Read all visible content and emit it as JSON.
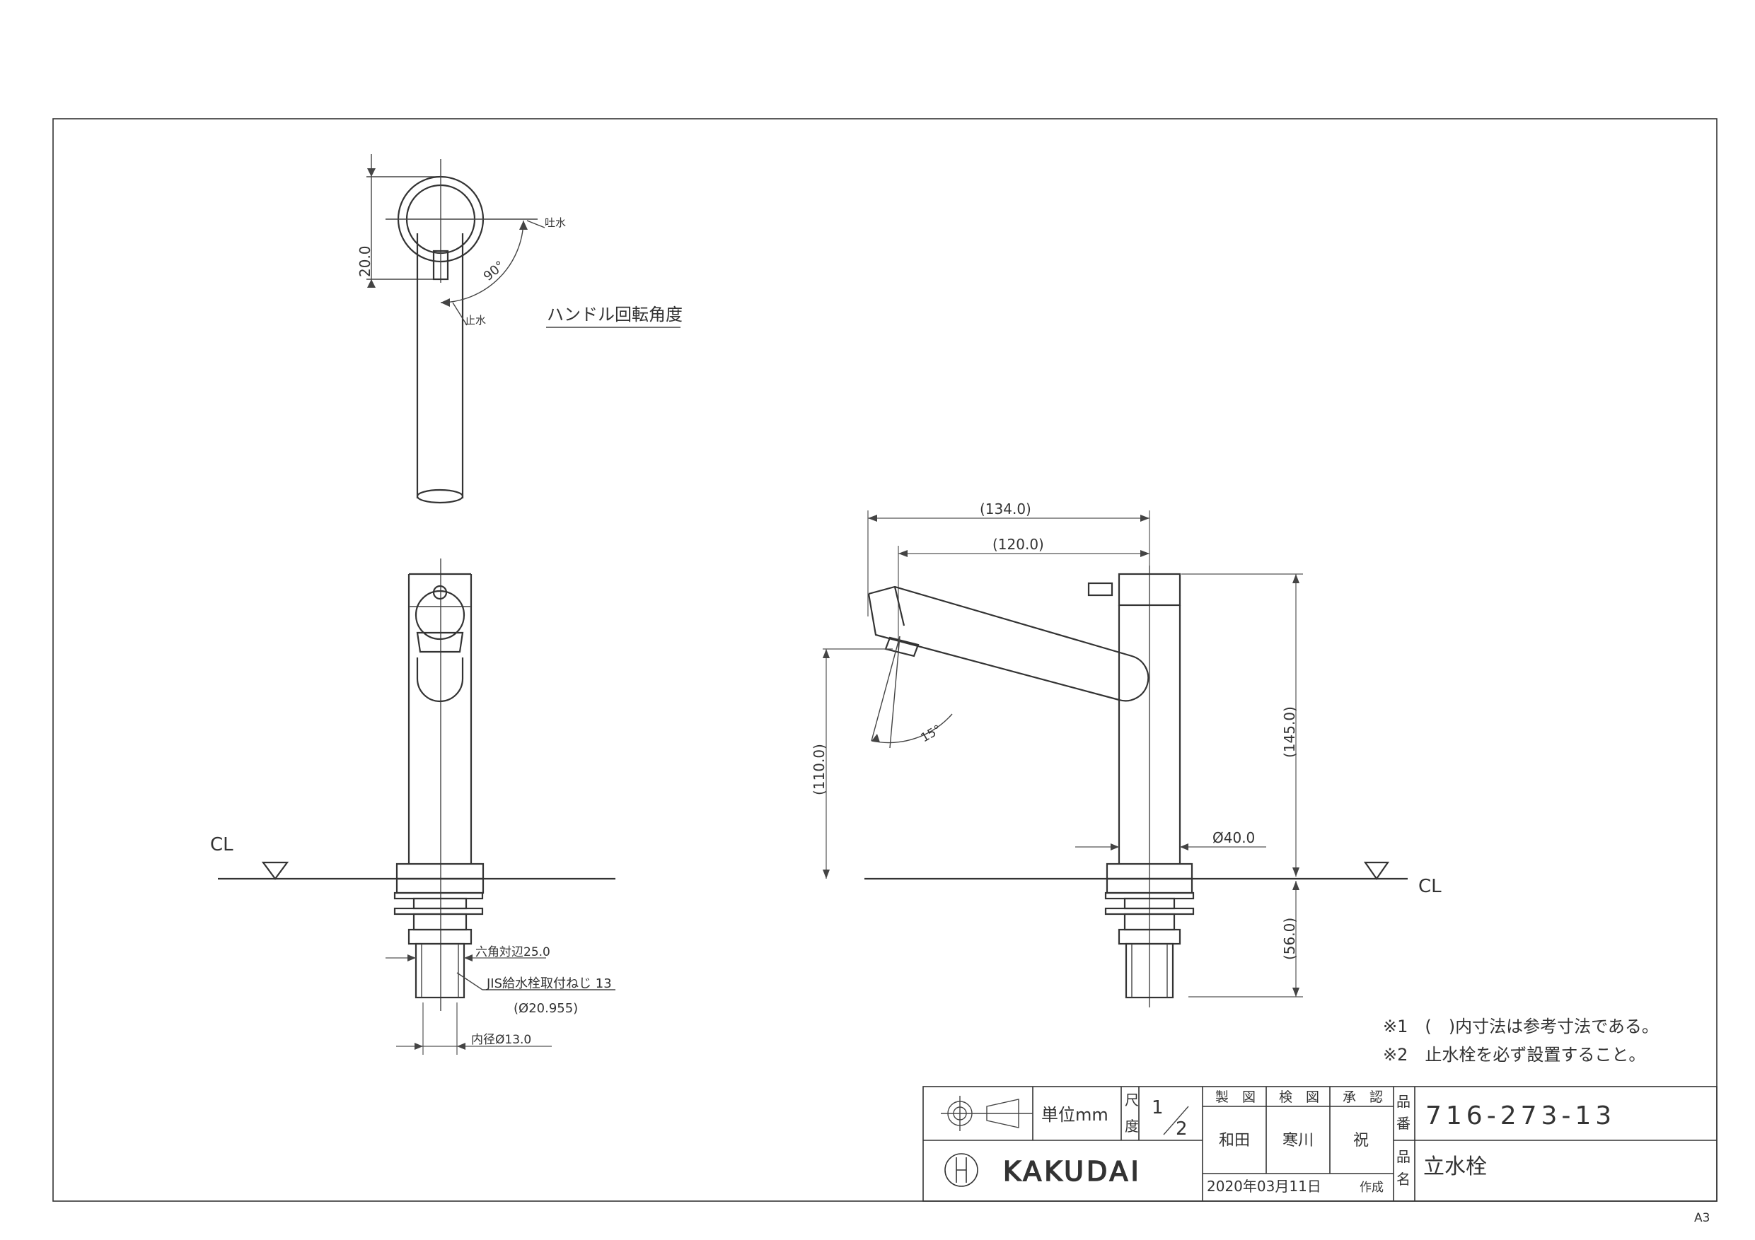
{
  "sheet_size": "A3",
  "top_view": {
    "dim_20": "20.0",
    "label_spout": "吐水",
    "label_stop": "止水",
    "angle_90": "90°",
    "handle_rotation": "ハンドル回転角度"
  },
  "front_view": {
    "cl": "CL",
    "hex": "六角対辺25.0",
    "thread": "JIS給水栓取付ねじ 13",
    "thread_dia": "(Ø20.955)",
    "inner_dia": "内径Ø13.0"
  },
  "side_view": {
    "dim_134": "(134.0)",
    "dim_120": "(120.0)",
    "dim_145": "(145.0)",
    "dim_110": "(110.0)",
    "dim_56": "(56.0)",
    "angle_15": "15°",
    "dia_40": "Ø40.0",
    "cl": "CL"
  },
  "notes": [
    "※1　(　)内寸法は参考寸法である。",
    "※2　止水栓を必ず設置すること。"
  ],
  "title_block": {
    "unit_label": "単位mm",
    "scale_label_1": "尺",
    "scale_label_2": "度",
    "scale_num": "1",
    "scale_den": "2",
    "col_drawn": "製　図",
    "col_checked": "検　図",
    "col_approved": "承　認",
    "drawn_by": "和田",
    "checked_by": "寒川",
    "approved_by": "祝",
    "date": "2020年03月11日",
    "created": "作成",
    "part_no_label_1": "品",
    "part_no_label_2": "番",
    "part_no": "716-273-13",
    "part_name_label_1": "品",
    "part_name_label_2": "名",
    "part_name": "立水栓",
    "brand": "KAKUDAI"
  }
}
